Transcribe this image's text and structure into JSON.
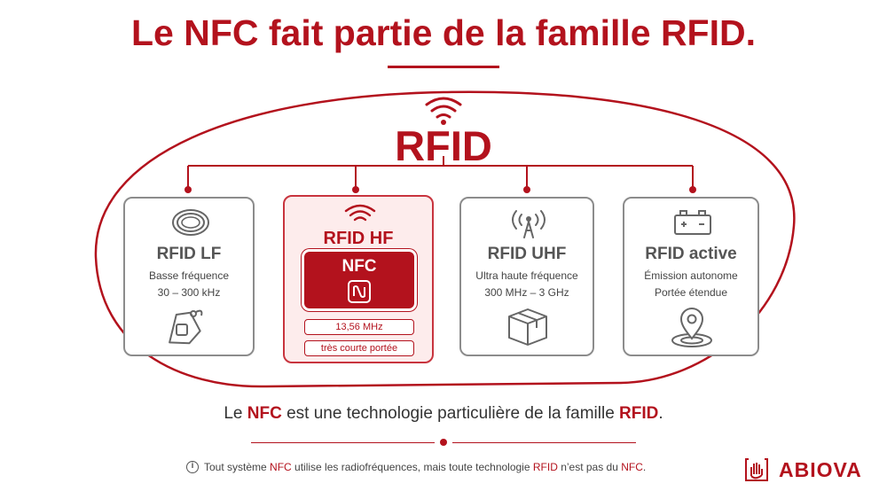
{
  "title": "Le NFC fait partie de la famille RFID.",
  "root": {
    "label": "RFID"
  },
  "cards": [
    {
      "title": "RFID LF",
      "lines": [
        "Basse fréquence",
        "30 – 300 kHz"
      ],
      "icons": [
        "coil-tag-icon",
        "key-fob-icon"
      ]
    },
    {
      "title": "RFID HF",
      "nfc_label": "NFC",
      "pills": [
        "13,56 MHz",
        "très courte portée"
      ],
      "icons": [
        "wireless-signal-icon",
        "nfc-n-icon"
      ]
    },
    {
      "title": "RFID UHF",
      "lines": [
        "Ultra haute fréquence",
        "300 MHz – 3 GHz"
      ],
      "icons": [
        "antenna-icon",
        "package-box-icon"
      ]
    },
    {
      "title": "RFID active",
      "lines": [
        "Émission autonome",
        "Portée étendue"
      ],
      "icons": [
        "battery-icon",
        "location-pin-icon"
      ]
    }
  ],
  "statement": {
    "p1": "Le ",
    "nfc": "NFC",
    "p2": " est une technologie particulière de la famille ",
    "rfid": "RFID",
    "p3": "."
  },
  "footnote": {
    "p1": "Tout système ",
    "nfc1": "NFC",
    "p2": " utilise les radiofréquences, mais toute technologie ",
    "rfid": "RFID",
    "p3": " n’est pas du ",
    "nfc2": "NFC",
    "p4": "."
  },
  "logo": {
    "text": "ABIOVA"
  },
  "colors": {
    "accent": "#b3121d",
    "grey_border": "#8c8c8c",
    "hf_fill": "#fdecec"
  }
}
